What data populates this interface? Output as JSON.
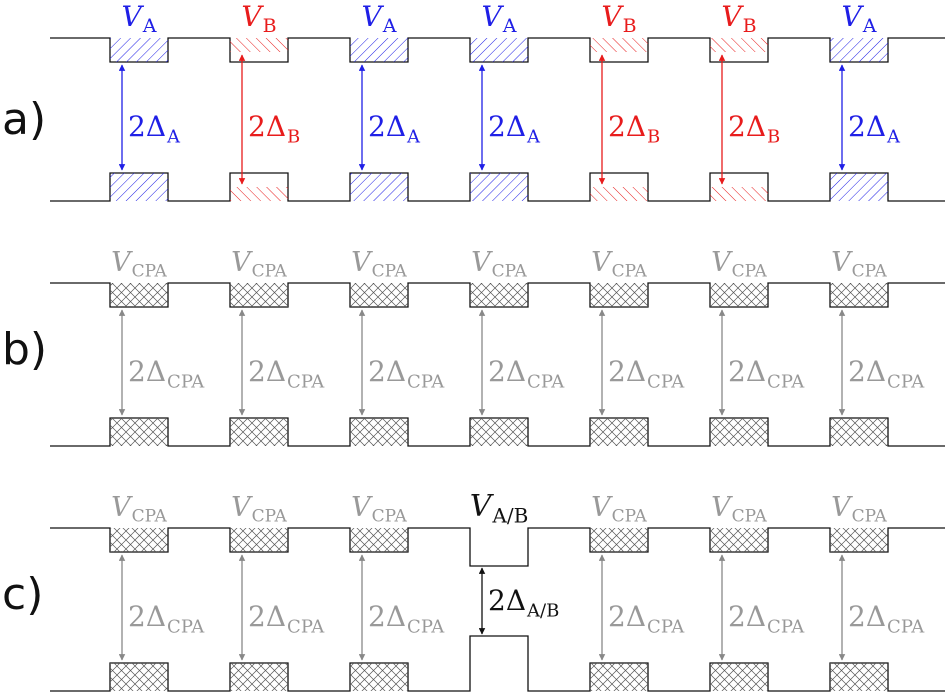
{
  "panels": [
    {
      "label": "a)",
      "cells": [
        {
          "kind": "A",
          "potential": "A",
          "gap": "A"
        },
        {
          "kind": "B",
          "potential": "B",
          "gap": "B"
        },
        {
          "kind": "A",
          "potential": "A",
          "gap": "A"
        },
        {
          "kind": "A",
          "potential": "A",
          "gap": "A"
        },
        {
          "kind": "B",
          "potential": "B",
          "gap": "B"
        },
        {
          "kind": "B",
          "potential": "B",
          "gap": "B"
        },
        {
          "kind": "A",
          "potential": "A",
          "gap": "A"
        }
      ]
    },
    {
      "label": "b)",
      "cells": [
        {
          "kind": "CPA",
          "potential": "CPA",
          "gap": "CPA"
        },
        {
          "kind": "CPA",
          "potential": "CPA",
          "gap": "CPA"
        },
        {
          "kind": "CPA",
          "potential": "CPA",
          "gap": "CPA"
        },
        {
          "kind": "CPA",
          "potential": "CPA",
          "gap": "CPA"
        },
        {
          "kind": "CPA",
          "potential": "CPA",
          "gap": "CPA"
        },
        {
          "kind": "CPA",
          "potential": "CPA",
          "gap": "CPA"
        },
        {
          "kind": "CPA",
          "potential": "CPA",
          "gap": "CPA"
        }
      ]
    },
    {
      "label": "c)",
      "cells": [
        {
          "kind": "CPA",
          "potential": "CPA",
          "gap": "CPA"
        },
        {
          "kind": "CPA",
          "potential": "CPA",
          "gap": "CPA"
        },
        {
          "kind": "CPA",
          "potential": "CPA",
          "gap": "CPA"
        },
        {
          "kind": "AB",
          "potential": "A/B",
          "gap": "A/B"
        },
        {
          "kind": "CPA",
          "potential": "CPA",
          "gap": "CPA"
        },
        {
          "kind": "CPA",
          "potential": "CPA",
          "gap": "CPA"
        },
        {
          "kind": "CPA",
          "potential": "CPA",
          "gap": "CPA"
        }
      ]
    }
  ],
  "symbols": {
    "potential": "V",
    "gap": "2Δ"
  },
  "colors": {
    "A": "#1f1fe6",
    "B": "#e81c1c",
    "CPA": "#999999",
    "AB": "#111111",
    "line": "#111111"
  }
}
